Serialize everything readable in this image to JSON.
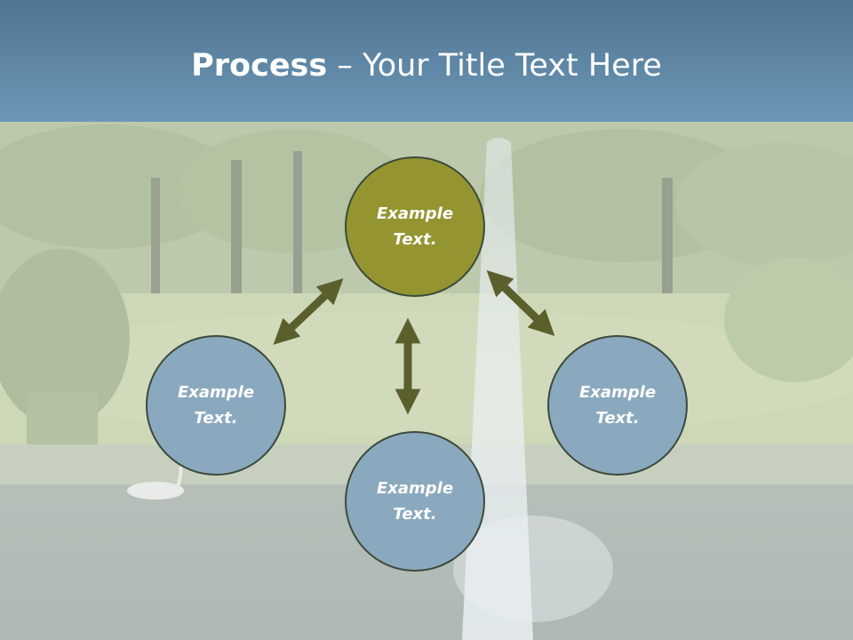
{
  "slide": {
    "title_bold": "Process",
    "title_rest": " – Your Title Text Here"
  },
  "nodes": [
    {
      "id": "top",
      "line1": "Example",
      "line2": "Text.",
      "color": "#949530"
    },
    {
      "id": "left",
      "line1": "Example",
      "line2": "Text.",
      "color": "#8aa9bf"
    },
    {
      "id": "bottom",
      "line1": "Example",
      "line2": "Text.",
      "color": "#8aa9bf"
    },
    {
      "id": "right",
      "line1": "Example",
      "line2": "Text.",
      "color": "#8aa9bf"
    }
  ],
  "colors": {
    "title_bar": "#5f88a6",
    "arrow": "#5a5f2c",
    "node_border": "#3d4a3a"
  },
  "background": "park-pond-fountain-photo"
}
